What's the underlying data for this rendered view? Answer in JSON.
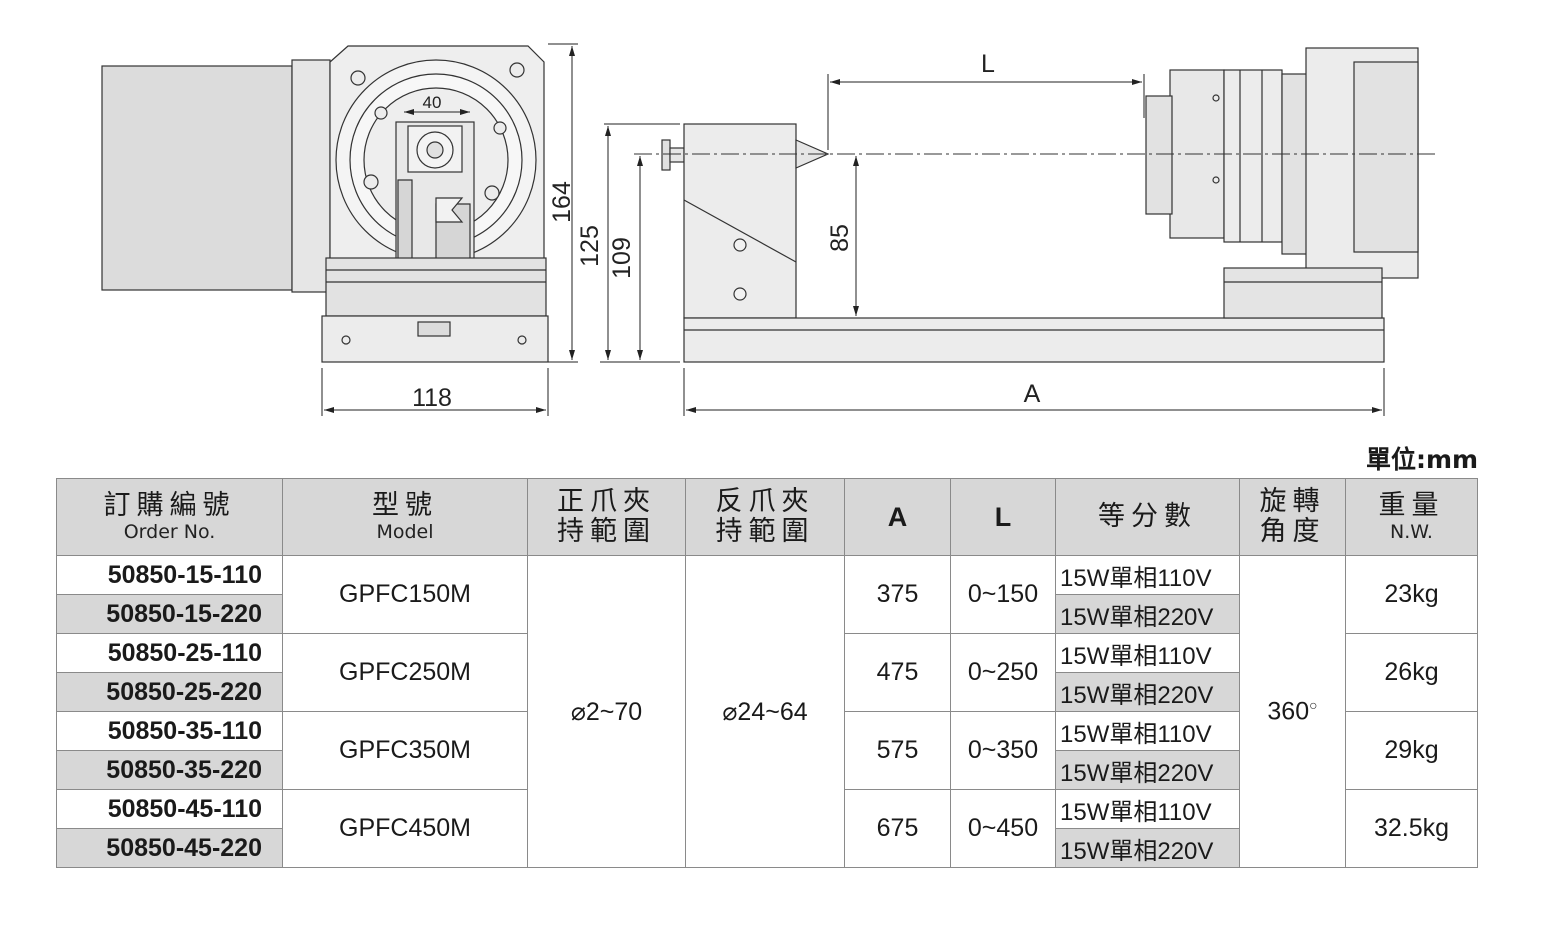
{
  "drawing": {
    "dims": {
      "d40": "40",
      "d164": "164",
      "d125": "125",
      "d109": "109",
      "d85": "85",
      "d118": "118",
      "L": "L",
      "A": "A"
    }
  },
  "unit_label": "單位:mm",
  "table": {
    "headers": {
      "order_zh": "訂購編號",
      "order_en": "Order No.",
      "model_zh": "型號",
      "model_en": "Model",
      "pos_clamp_1": "正爪夾",
      "pos_clamp_2": "持範圍",
      "rev_clamp_1": "反爪夾",
      "rev_clamp_2": "持範圍",
      "A": "A",
      "L": "L",
      "divisions": "等分數",
      "rotation_1": "旋轉",
      "rotation_2": "角度",
      "weight_zh": "重量",
      "weight_en": "N.W."
    },
    "shared": {
      "pos_clamp": "⌀2~70",
      "rev_clamp": "⌀24~64",
      "rotation": "360",
      "rotation_sup": "○"
    },
    "groups": [
      {
        "orders": [
          "50850-15-110",
          "50850-15-220"
        ],
        "model": "GPFC150M",
        "A": "375",
        "L": "0~150",
        "power": [
          "15W單相110V",
          "15W單相220V"
        ],
        "weight": "23kg"
      },
      {
        "orders": [
          "50850-25-110",
          "50850-25-220"
        ],
        "model": "GPFC250M",
        "A": "475",
        "L": "0~250",
        "power": [
          "15W單相110V",
          "15W單相220V"
        ],
        "weight": "26kg"
      },
      {
        "orders": [
          "50850-35-110",
          "50850-35-220"
        ],
        "model": "GPFC350M",
        "A": "575",
        "L": "0~350",
        "power": [
          "15W單相110V",
          "15W單相220V"
        ],
        "weight": "29kg"
      },
      {
        "orders": [
          "50850-45-110",
          "50850-45-220"
        ],
        "model": "GPFC450M",
        "A": "675",
        "L": "0~450",
        "power": [
          "15W單相110V",
          "15W單相220V"
        ],
        "weight": "32.5kg"
      }
    ]
  }
}
